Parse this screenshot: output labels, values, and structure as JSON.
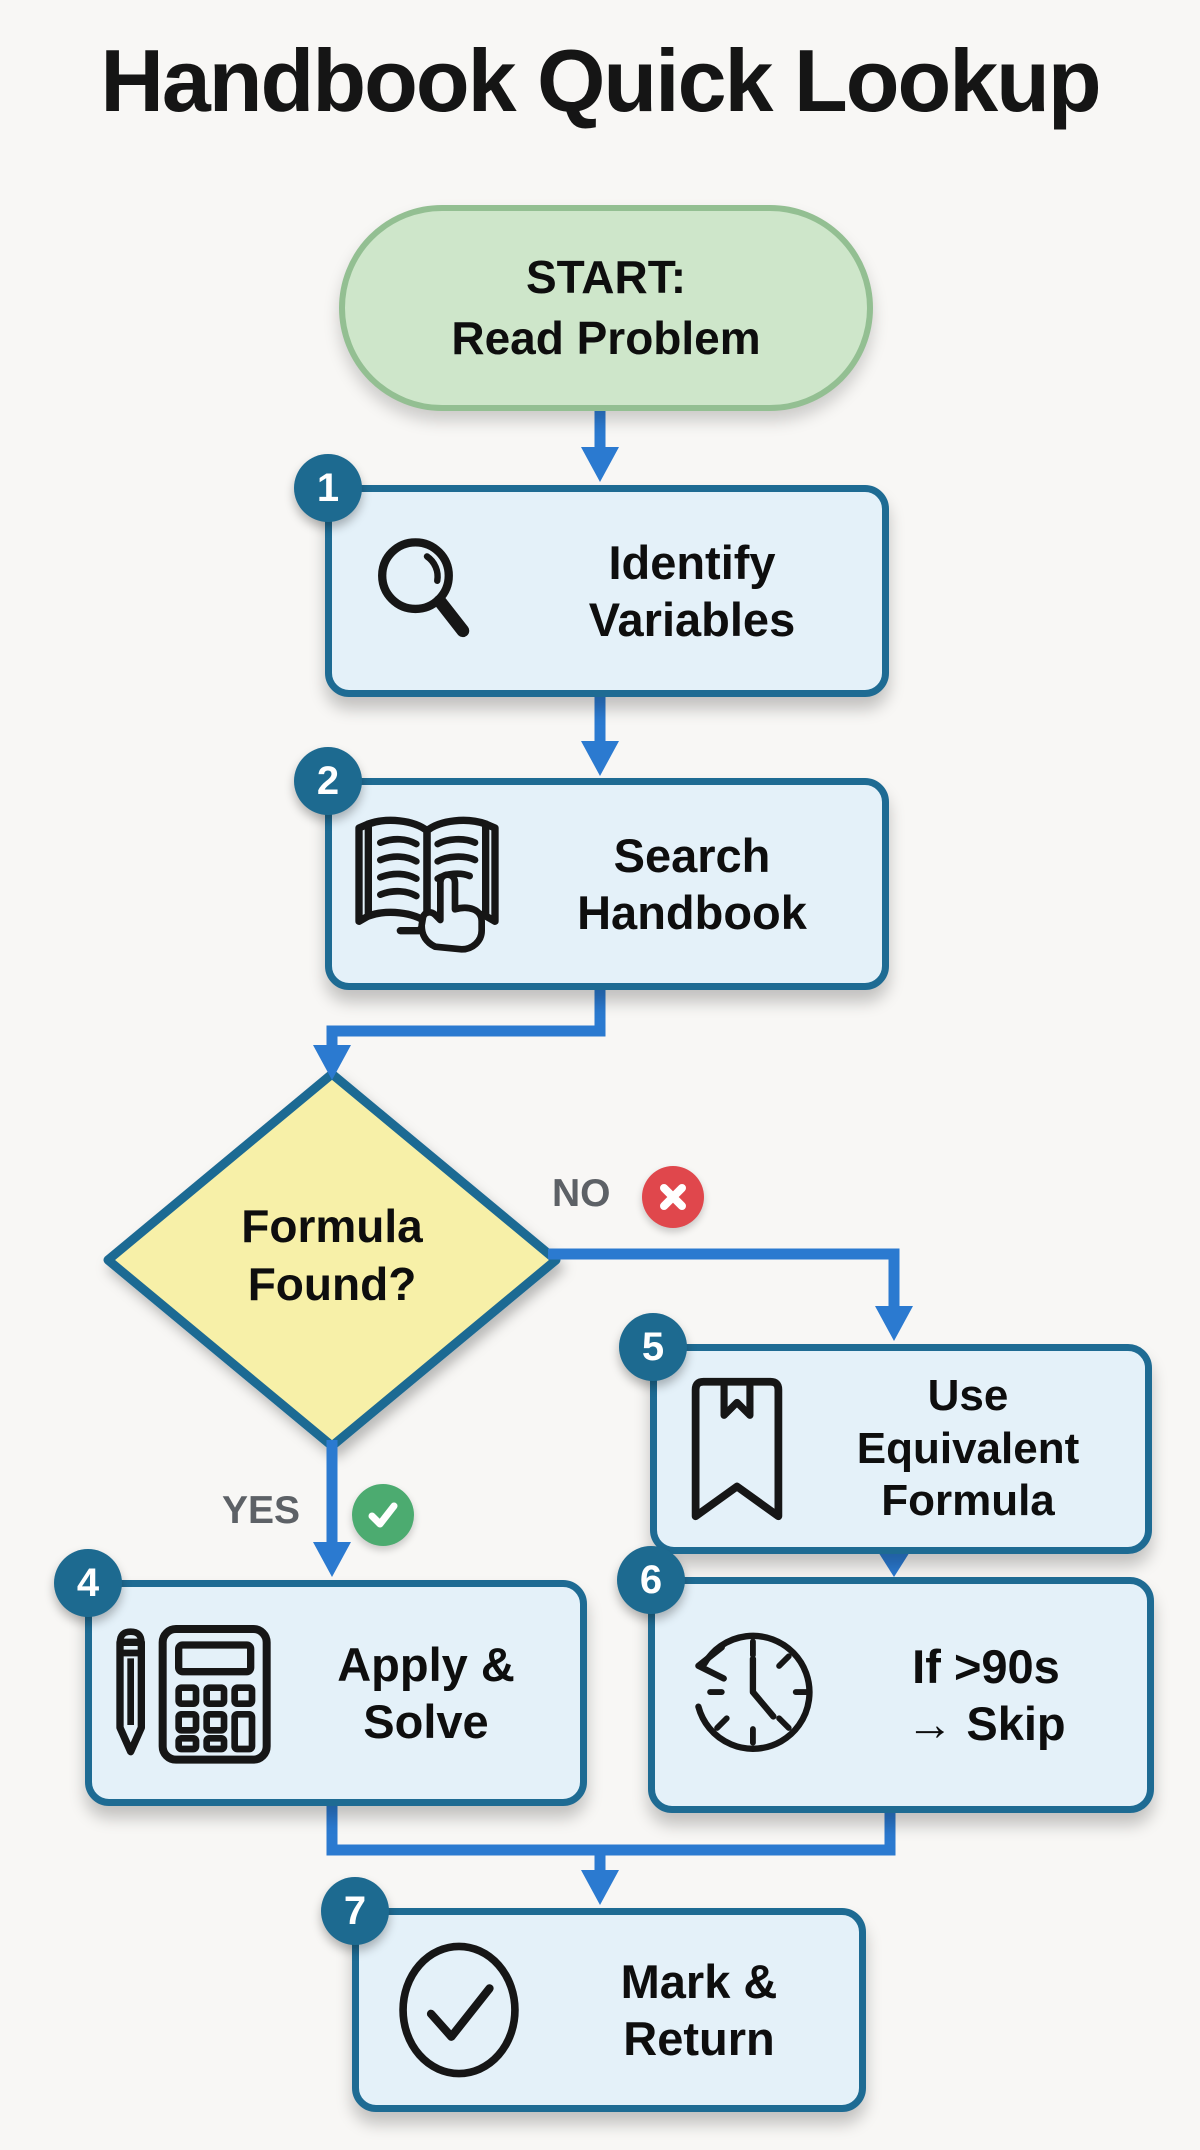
{
  "page": {
    "title": "Handbook Quick Lookup",
    "background": "#f8f7f5"
  },
  "colors": {
    "arrow_blue": "#2b7ad0",
    "box_fill": "#e4f1f9",
    "box_border": "#1e6b93",
    "badge_fill": "#1d6a90",
    "start_fill": "#cee6ca",
    "start_border": "#93bf92",
    "diamond_fill": "#f7f0a8",
    "no_red": "#e0474c",
    "yes_green": "#4cab70",
    "branch_label_gray": "#5d6166",
    "text_black": "#121212"
  },
  "flowchart": {
    "start": {
      "line1": "START:",
      "line2": "Read Problem"
    },
    "decision": {
      "line1": "Formula",
      "line2": "Found?"
    },
    "branches": {
      "no": "NO",
      "yes": "YES"
    },
    "steps": {
      "s1": {
        "badge": "1",
        "icon": "magnifier-icon",
        "line1": "Identify",
        "line2": "Variables"
      },
      "s2": {
        "badge": "2",
        "icon": "book-search-icon",
        "line1": "Search",
        "line2": "Handbook"
      },
      "s4": {
        "badge": "4",
        "icon": "pencil-calculator-icon",
        "line1": "Apply &",
        "line2": "Solve"
      },
      "s5": {
        "badge": "5",
        "icon": "bookmark-icon",
        "line1": "Use",
        "line2": "Equivalent",
        "line3": "Formula"
      },
      "s6": {
        "badge": "6",
        "icon": "history-clock-icon",
        "line1": "If >90s",
        "line2": "→ Skip"
      },
      "s7": {
        "badge": "7",
        "icon": "check-circle-icon",
        "line1": "Mark &",
        "line2": "Return"
      }
    }
  }
}
